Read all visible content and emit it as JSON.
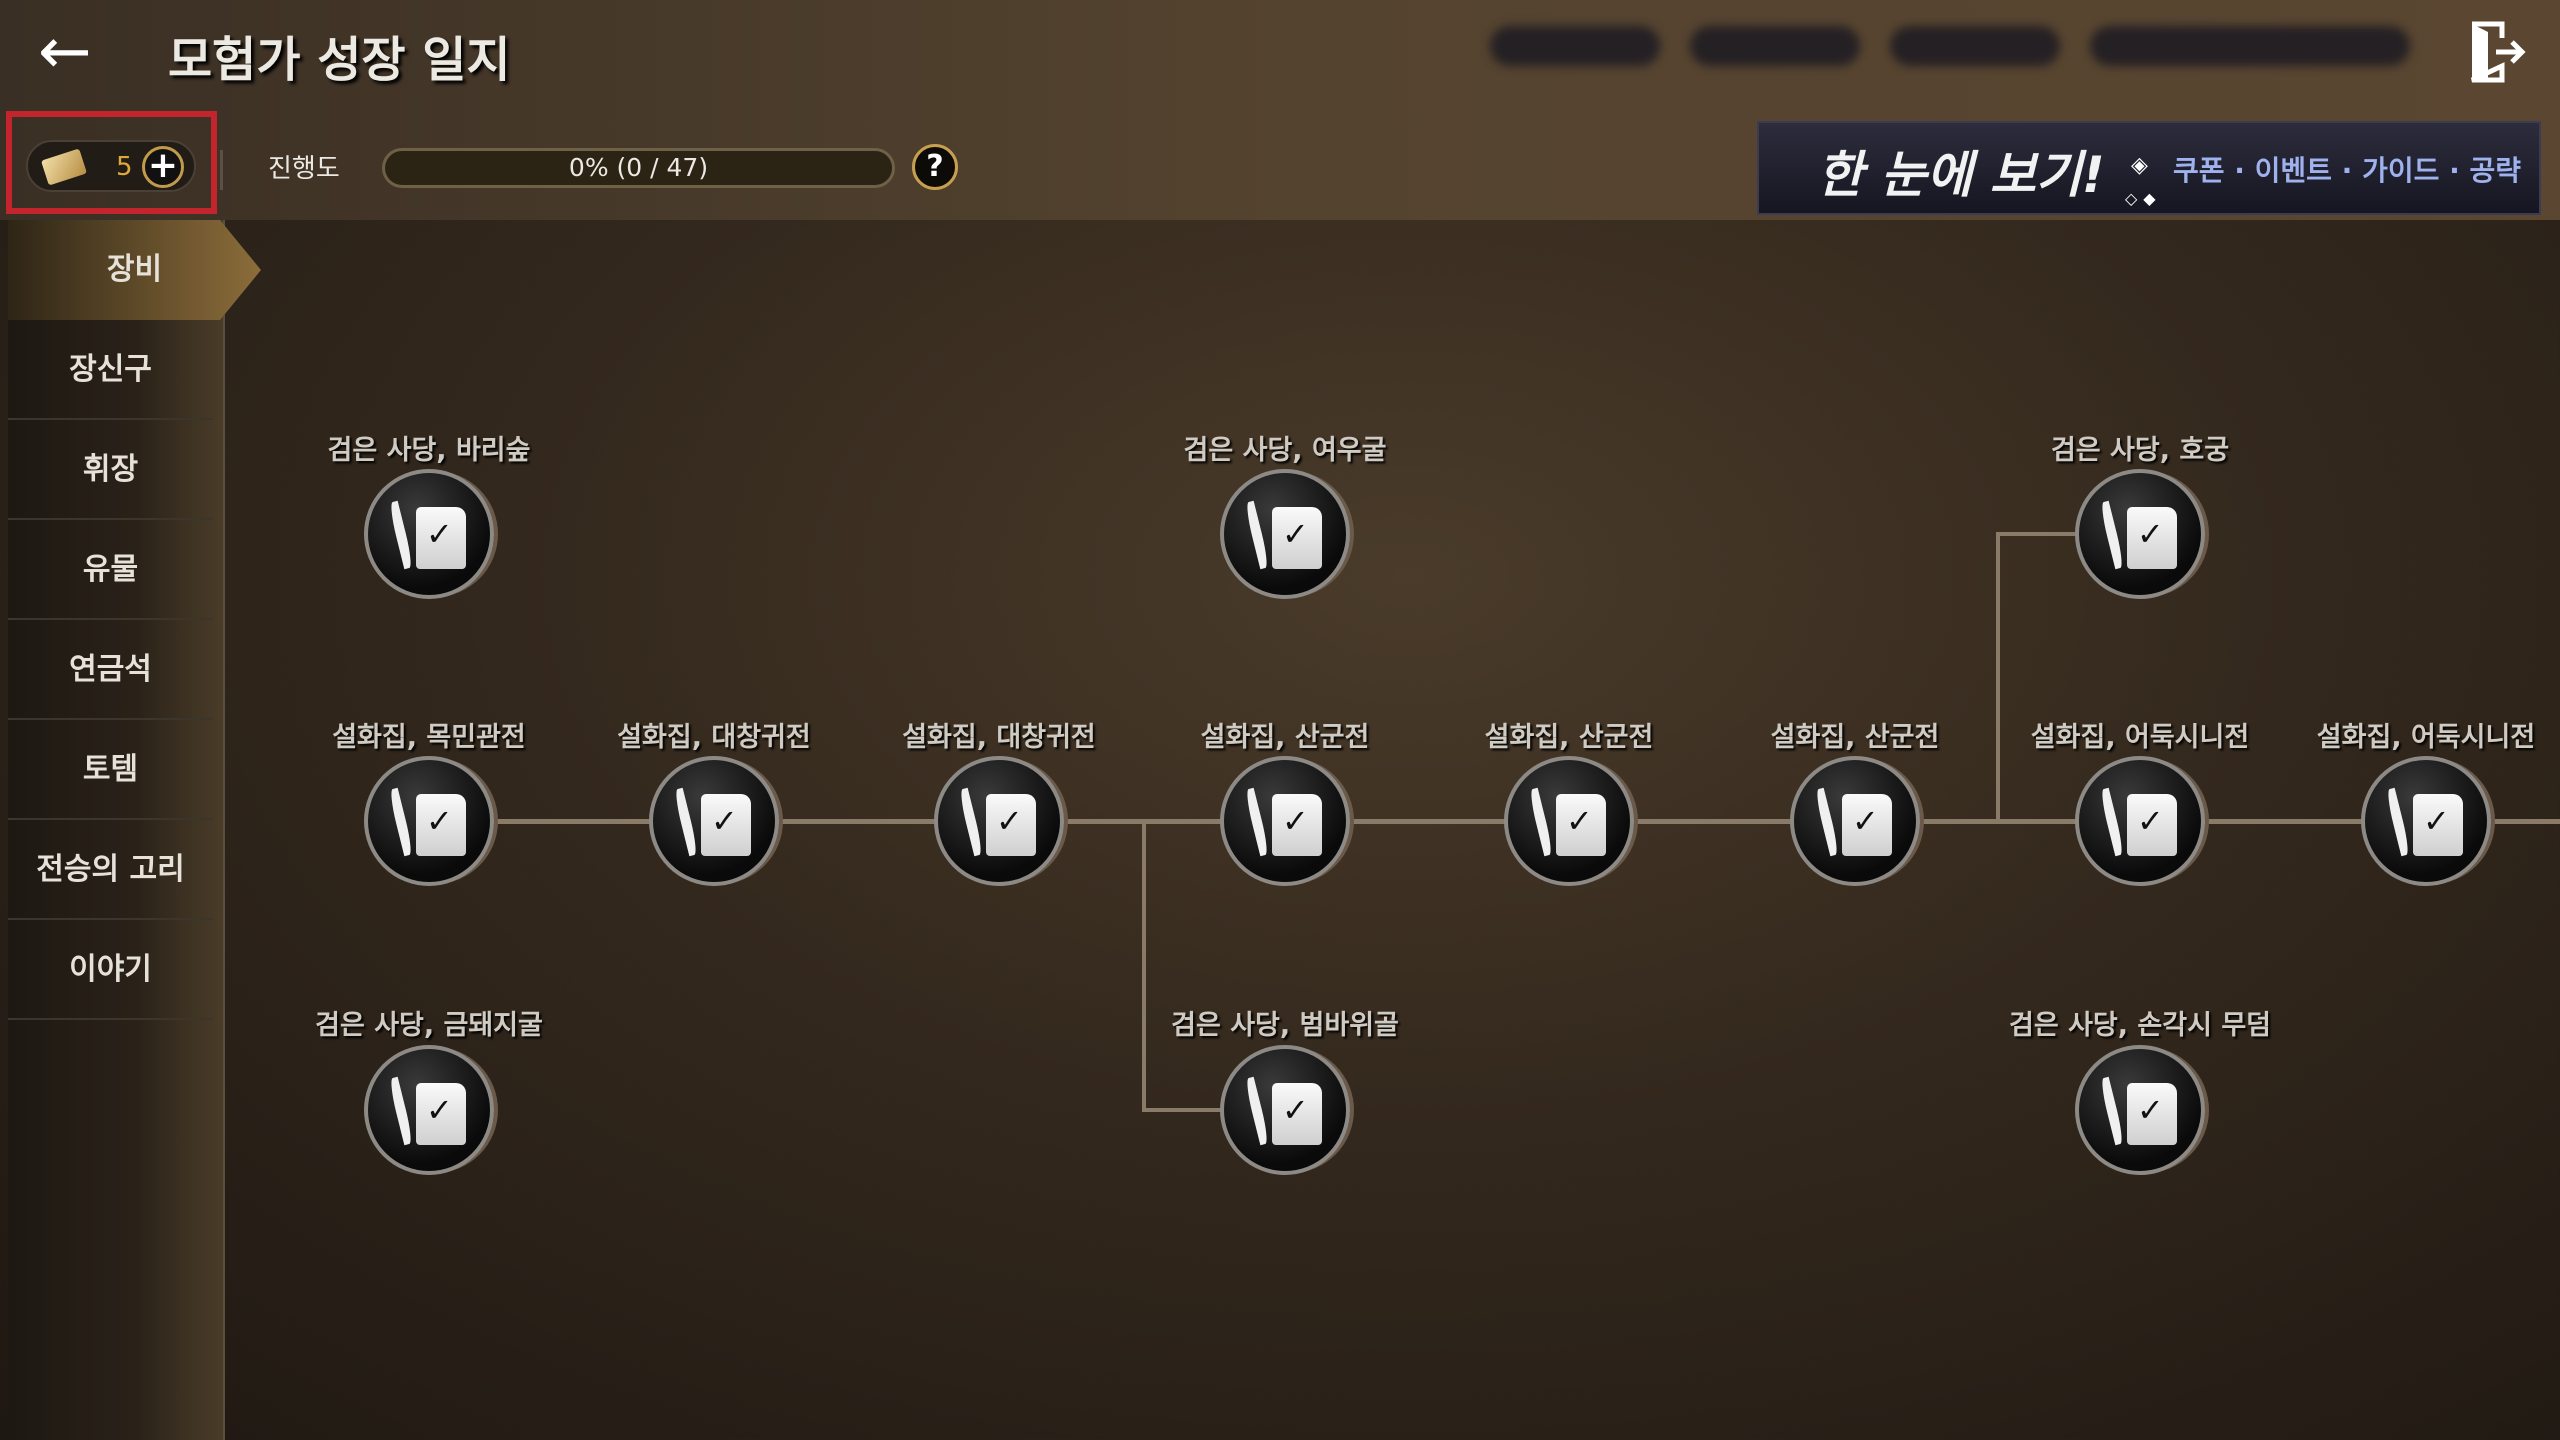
{
  "header": {
    "title": "모험가 성장 일지",
    "ticket_count": "5",
    "progress_label": "진행도",
    "progress_text": "0% (0 / 47)",
    "progress_fraction": 0,
    "help": "?"
  },
  "banner": {
    "headline": "한 눈에 보기!",
    "links": "쿠폰 · 이벤트 · 가이드 · 공략",
    "marker": "◈",
    "dots": "◇◆"
  },
  "sidebar": {
    "items": [
      {
        "label": "장비",
        "active": true
      },
      {
        "label": "장신구"
      },
      {
        "label": "휘장"
      },
      {
        "label": "유물"
      },
      {
        "label": "연금석"
      },
      {
        "label": "토템"
      },
      {
        "label": "전승의 고리"
      },
      {
        "label": "이야기"
      }
    ]
  },
  "nodes": {
    "top": [
      "검은 사당, 바리숲",
      "검은 사당, 여우굴",
      "검은 사당, 호궁"
    ],
    "middle": [
      "설화집, 목민관전",
      "설화집, 대창귀전",
      "설화집, 대창귀전",
      "설화집, 산군전",
      "설화집, 산군전",
      "설화집, 산군전",
      "설화집, 어둑시니전",
      "설화집, 어둑시니전"
    ],
    "bottom": [
      "검은 사당, 금돼지굴",
      "검은 사당, 범바위골",
      "검은 사당, 손각시 무덤"
    ]
  },
  "colors": {
    "highlight": "#c4242b",
    "accent": "#c7a04f",
    "banner_link": "#9fb2ee"
  }
}
